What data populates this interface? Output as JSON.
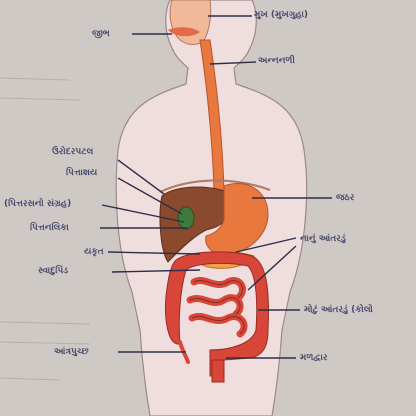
{
  "labels": {
    "mouth": "મુખ (મુખગુહા)",
    "tongue": "જીભ",
    "esophagus": "અન્નનળી",
    "diaphragm": "ઉરોદરપટલ",
    "gallbladder": "પિત્તાશય",
    "gallbladder_note": "(પિત્તરસનો સંગ્રહ)",
    "bile_duct": "પિત્તનલિકા",
    "stomach": "જઠર",
    "liver": "યકૃત",
    "small_intestine": "નાનું આંતરડું",
    "pancreas": "સ્વાદુપિંડ",
    "large_intestine": "મોટું આંતરડું (કોલો",
    "appendix": "આંત્રપુચ્છ",
    "anus": "મળદ્વાર"
  },
  "colors": {
    "paper": "#cfc9c6",
    "label_ink": "#4a4a6e",
    "leader_line": "#2f2f48",
    "body_fill": "#f0dede",
    "body_outline": "#9a8a8a",
    "organ_orange": "#e8783e",
    "liver": "#8a4a2e",
    "intestine_red": "#d8463a"
  }
}
